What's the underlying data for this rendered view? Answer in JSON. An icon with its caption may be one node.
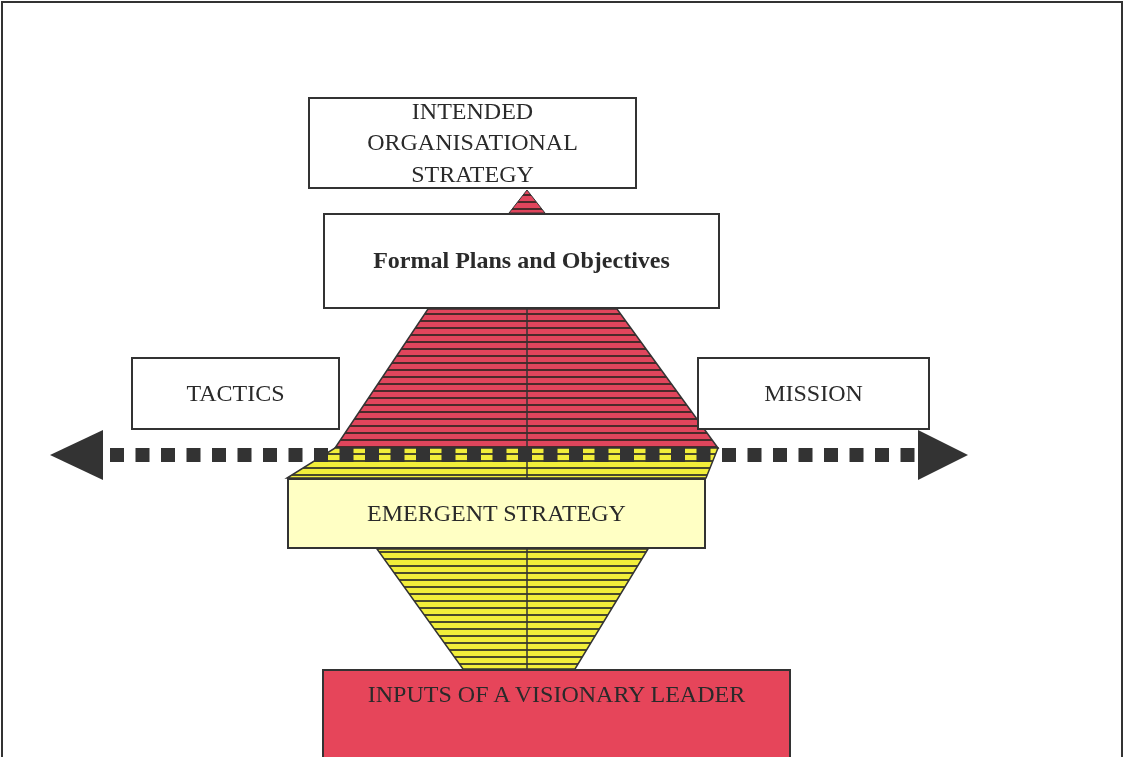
{
  "diagram": {
    "nodes": [
      {
        "text": [
          "INTENDED ORGANISATIONAL STRATEGY"
        ]
      },
      {
        "text": [
          "Formal Plans and Objectives"
        ]
      },
      {
        "text": [
          "TACTICS"
        ]
      },
      {
        "text": [
          "MISSION"
        ]
      },
      {
        "text": [
          "EMERGENT STRATEGY"
        ]
      },
      {
        "text": [
          "INPUTS OF A VISIONARY LEADER"
        ]
      }
    ]
  }
}
